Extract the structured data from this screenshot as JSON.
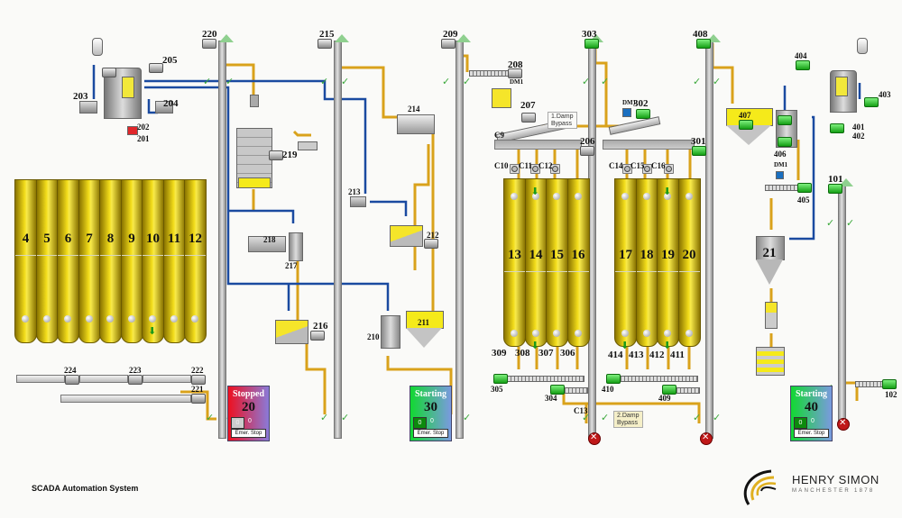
{
  "footer": {
    "title": "SCADA Automation System"
  },
  "logo": {
    "name": "HENRY SIMON",
    "subtitle": "MANCHESTER 1878"
  },
  "colors": {
    "product_line": "#d9a21b",
    "air_line": "#1a4aa0",
    "silo": "#e8cf14",
    "running": "#2ac12a",
    "stopped": "#e8102a",
    "elevator_head": "#8fd08f"
  },
  "elevators": [
    {
      "id": "220",
      "motor_on": false
    },
    {
      "id": "215",
      "motor_on": false
    },
    {
      "id": "209",
      "motor_on": false
    },
    {
      "id": "303",
      "motor_on": true
    },
    {
      "id": "408",
      "motor_on": true
    },
    {
      "id": "101",
      "motor_on": true
    }
  ],
  "equipment_labels": {
    "e201": "201",
    "e202": "202",
    "e203": "203",
    "e204": "204",
    "e205": "205",
    "e206": "206",
    "e207": "207",
    "e208": "208",
    "e210": "210",
    "e211": "211",
    "e212": "212",
    "e213": "213",
    "e214": "214",
    "e216": "216",
    "e217": "217",
    "e218": "218",
    "e219": "219",
    "e221": "221",
    "e222": "222",
    "e223": "223",
    "e224": "224",
    "e301": "301",
    "e302": "302",
    "e304": "304",
    "e305": "305",
    "e306": "306",
    "e307": "307",
    "e308": "308",
    "e309": "309",
    "e401": "401",
    "e402": "402",
    "e403": "403",
    "e404": "404",
    "e405": "405",
    "e406": "406",
    "e407": "407",
    "e409": "409",
    "e410": "410",
    "e411": "411",
    "e412": "412",
    "e413": "413",
    "e414": "414",
    "e102": "102"
  },
  "dampers": {
    "c9": "C9",
    "c10": "C10",
    "c11": "C11",
    "c12": "C12",
    "c13": "C13",
    "c14": "C14",
    "c15": "C15",
    "c16": "C16"
  },
  "dust_indicators": {
    "dm1a": "DM1",
    "dm1b": "DM1",
    "dm1c": "DM1"
  },
  "bypass": {
    "b1": "1.Damp\nBypass",
    "b2": "2.Damp\nBypass"
  },
  "silos_group_a": [
    {
      "num": "4",
      "arrow": false
    },
    {
      "num": "5",
      "arrow": false
    },
    {
      "num": "6",
      "arrow": false
    },
    {
      "num": "7",
      "arrow": false
    },
    {
      "num": "8",
      "arrow": false
    },
    {
      "num": "9",
      "arrow": false
    },
    {
      "num": "10",
      "arrow": true
    },
    {
      "num": "11",
      "arrow": false
    },
    {
      "num": "12",
      "arrow": false
    }
  ],
  "silos_group_b": [
    {
      "num": "13",
      "arrow_top": false,
      "arrow_bottom": false
    },
    {
      "num": "14",
      "arrow_top": true,
      "arrow_bottom": true
    },
    {
      "num": "15",
      "arrow_top": false,
      "arrow_bottom": false
    },
    {
      "num": "16",
      "arrow_top": false,
      "arrow_bottom": false
    }
  ],
  "silos_group_c": [
    {
      "num": "17",
      "arrow_top": false,
      "arrow_bottom": true
    },
    {
      "num": "18",
      "arrow_top": false,
      "arrow_bottom": false
    },
    {
      "num": "19",
      "arrow_top": true,
      "arrow_bottom": true
    },
    {
      "num": "20",
      "arrow_top": false,
      "arrow_bottom": false
    }
  ],
  "bin21": {
    "num": "21"
  },
  "controls": [
    {
      "status": "Stopped",
      "section": "20",
      "button_value": "0",
      "value": "0",
      "estop": "Emer. Stop",
      "state": "stopped"
    },
    {
      "status": "Starting",
      "section": "30",
      "button_value": "0",
      "value": "0",
      "estop": "Emer. Stop",
      "state": "starting"
    },
    {
      "status": "Starting",
      "section": "40",
      "button_value": "0",
      "value": "0",
      "estop": "Emer. Stop",
      "state": "starting"
    }
  ],
  "check_mark": "✓",
  "down_arrow": "⬇"
}
